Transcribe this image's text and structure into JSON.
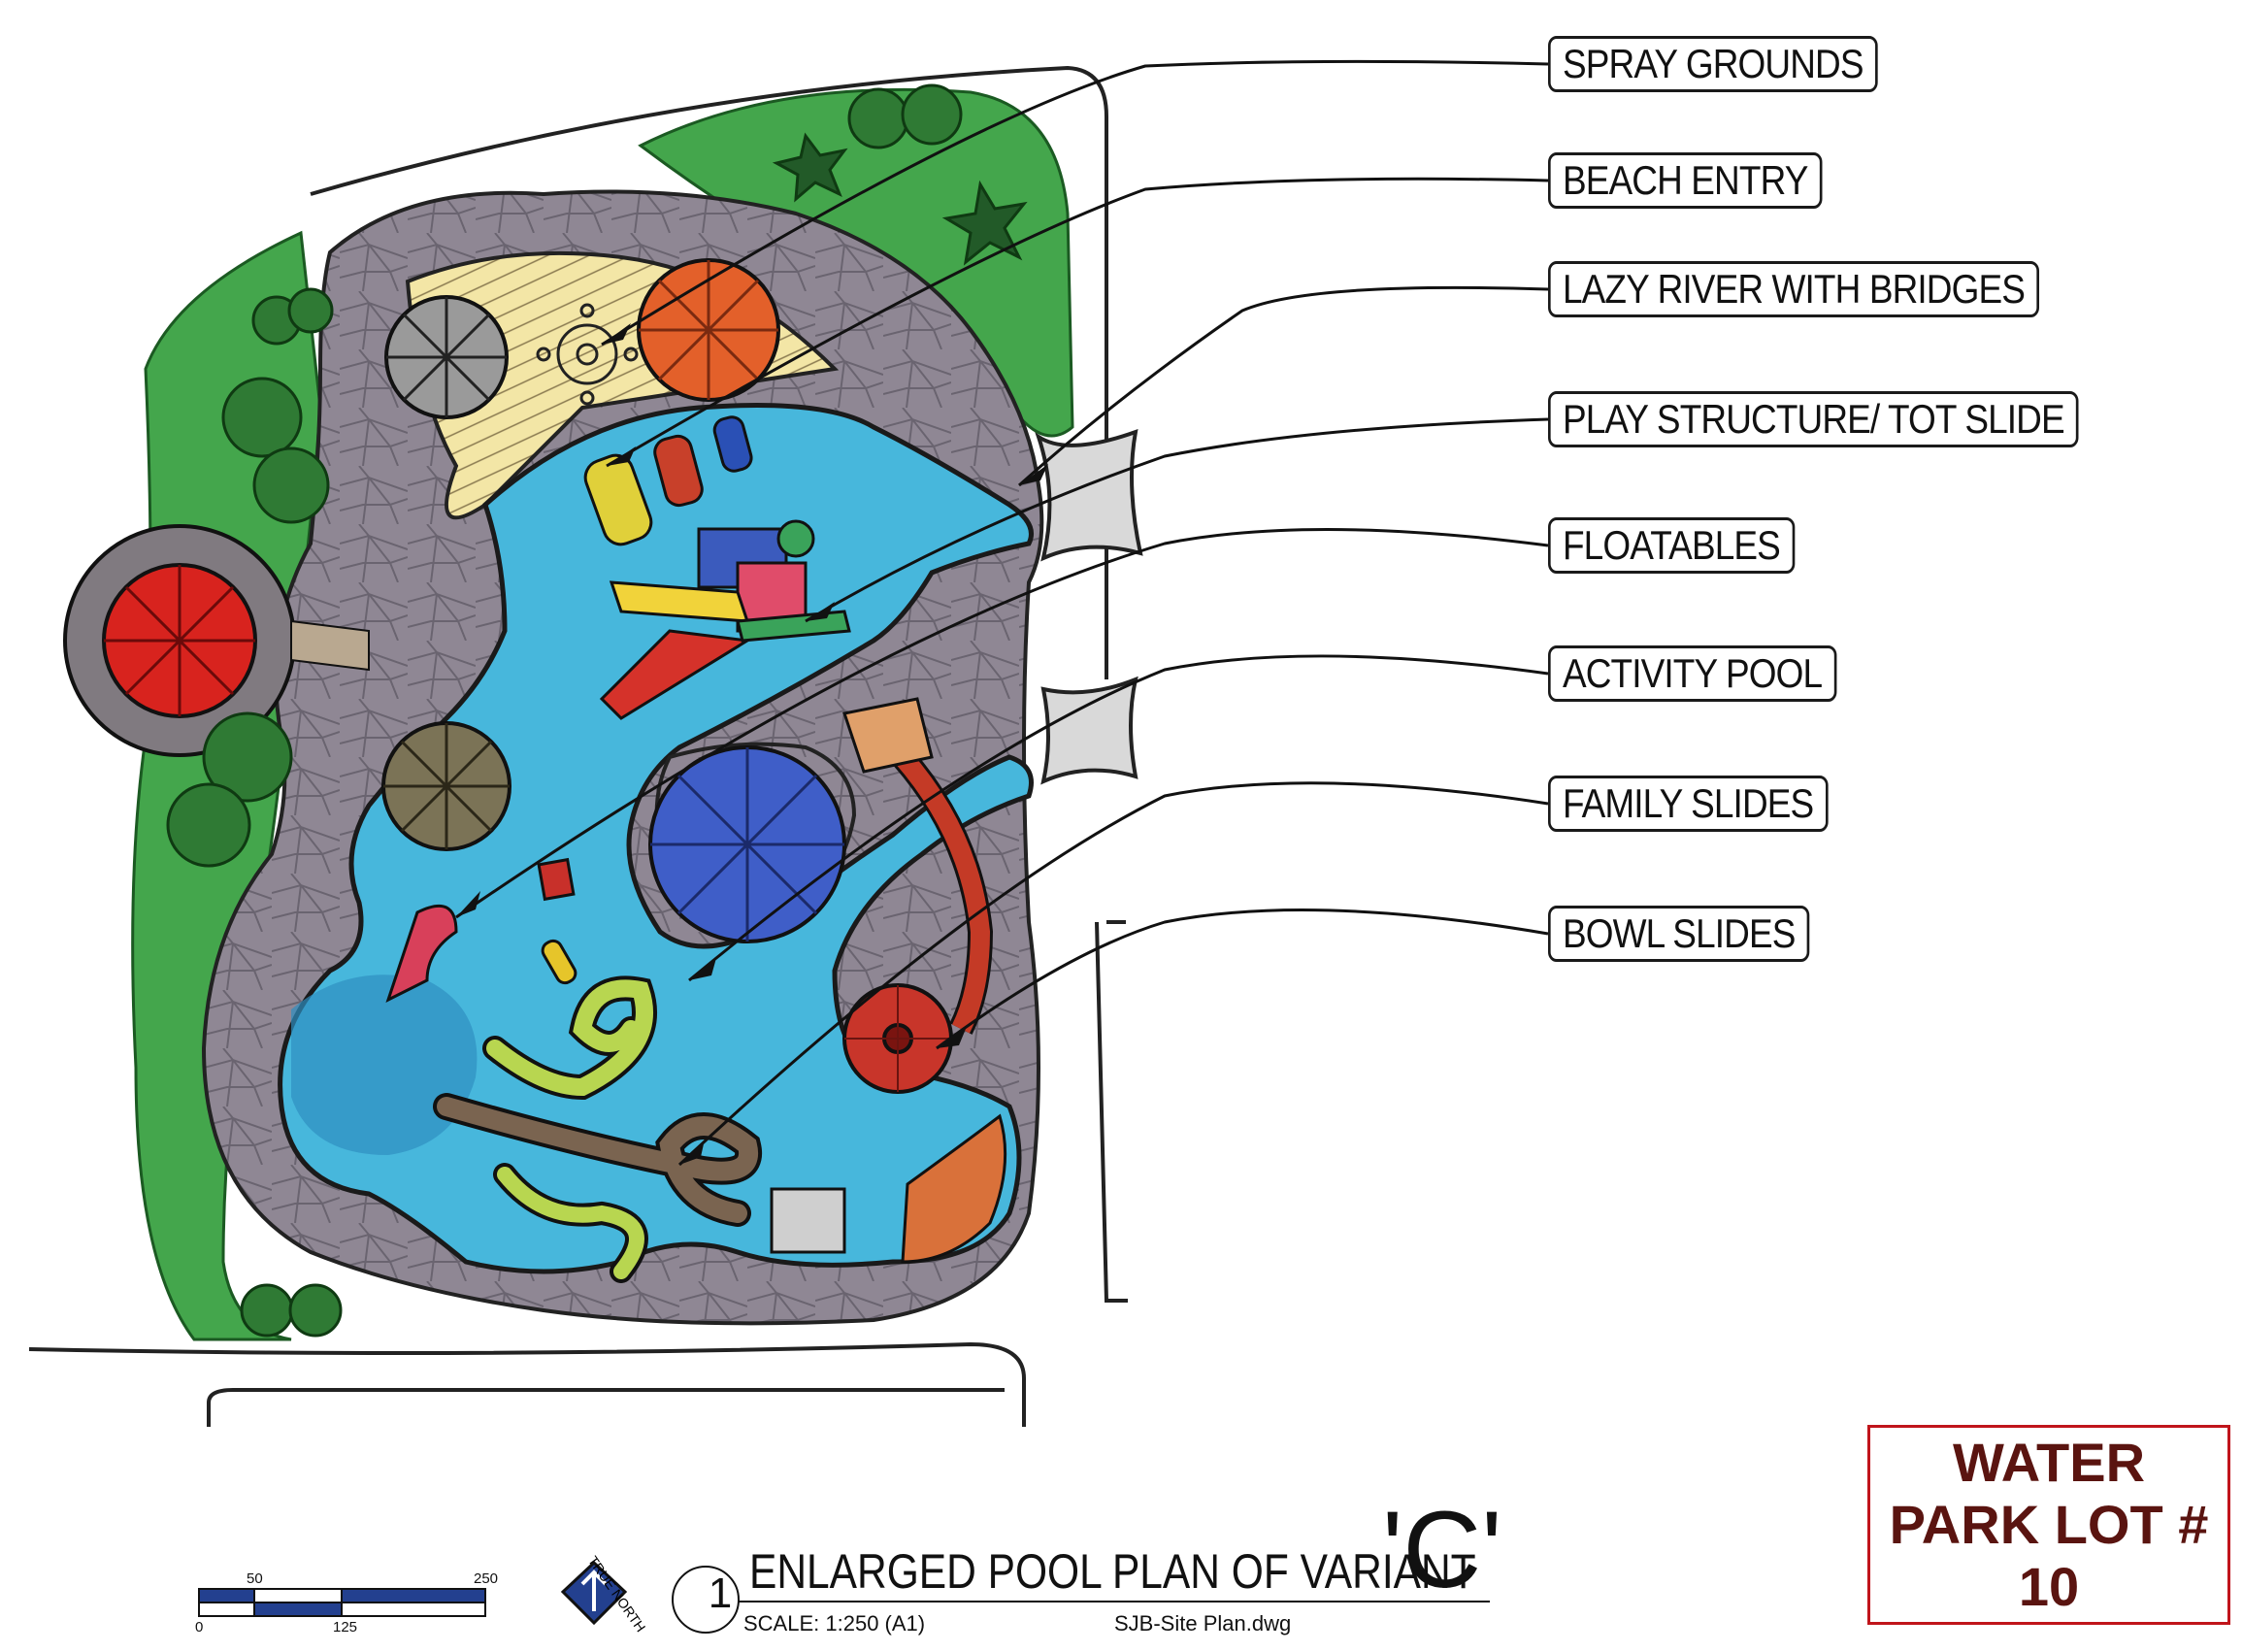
{
  "callouts": [
    {
      "label": "SPRAY GROUNDS"
    },
    {
      "label": "BEACH ENTRY"
    },
    {
      "label": "LAZY RIVER WITH BRIDGES"
    },
    {
      "label": "PLAY STRUCTURE/ TOT SLIDE"
    },
    {
      "label": "FLOATABLES"
    },
    {
      "label": "ACTIVITY POOL"
    },
    {
      "label": "FAMILY SLIDES"
    },
    {
      "label": "BOWL SLIDES"
    }
  ],
  "title_block": {
    "number": "1",
    "title": "ENLARGED POOL PLAN OF VARIANT",
    "variant": "'C'",
    "scale": "SCALE: 1:250 (A1)",
    "file": "SJB-Site Plan.dwg",
    "north": "TRUE NORTH"
  },
  "scale_bar": {
    "ticks_top": [
      "50",
      "250"
    ],
    "ticks_bottom": [
      "0",
      "125"
    ]
  },
  "lot": {
    "line1": "WATER",
    "line2": "PARK LOT #",
    "line3": "10"
  },
  "colors": {
    "water": "#3fb4d8",
    "deck": "#8e8590",
    "grass": "#3fa34a",
    "sand": "#f2e3a0",
    "lot_border": "#c0151b"
  }
}
